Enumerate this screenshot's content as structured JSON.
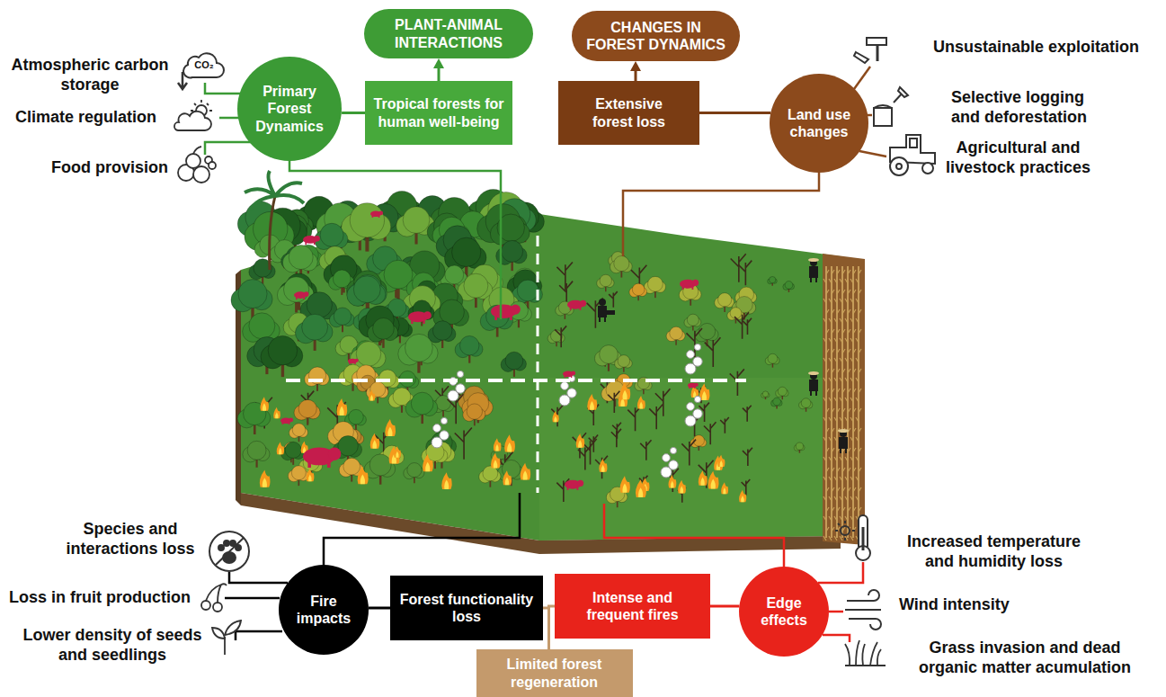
{
  "diagram": {
    "nodes": [
      {
        "text": [
          "Primary Forest Dynamics"
        ]
      },
      {
        "text": [
          "PLANT-ANIMAL INTERACTIONS"
        ]
      },
      {
        "text": [
          "Tropical forests for human well-being"
        ]
      },
      {
        "text": [
          "CHANGES IN FOREST DYNAMICS"
        ]
      },
      {
        "text": [
          "Extensive forest loss"
        ]
      },
      {
        "text": [
          "Land use changes"
        ]
      },
      {
        "text": [
          "Fire impacts"
        ]
      },
      {
        "text": [
          "Forest functionality loss"
        ]
      },
      {
        "text": [
          "Intense and frequent fires"
        ]
      },
      {
        "text": [
          "Limited forest regeneration"
        ]
      },
      {
        "text": [
          "Edge effects"
        ]
      }
    ],
    "edges": [
      {
        "from": 2,
        "to": 1,
        "arrow": "to"
      },
      {
        "from": 0,
        "to": 2,
        "arrow": "none"
      },
      {
        "from": 4,
        "to": 3,
        "arrow": "to"
      },
      {
        "from": 4,
        "to": 5,
        "arrow": "none"
      },
      {
        "from": 6,
        "to": 7,
        "arrow": "none"
      },
      {
        "from": 7,
        "to": 9,
        "arrow": "none"
      },
      {
        "from": 8,
        "to": 9,
        "arrow": "none"
      },
      {
        "from": 8,
        "to": 10,
        "arrow": "none"
      }
    ],
    "labels": [
      "Atmospheric carbon storage",
      "CO₂",
      "Climate regulation",
      "Food provision",
      "Unsustainable exploitation",
      "Selective logging and deforestation",
      "Agricultural and livestock practices",
      "Species and interactions loss",
      "Loss in fruit production",
      "Lower density of seeds and seedlings",
      "Increased temperature and humidity loss",
      "Wind intensity",
      "Grass invasion and dead organic matter acumulation"
    ]
  }
}
